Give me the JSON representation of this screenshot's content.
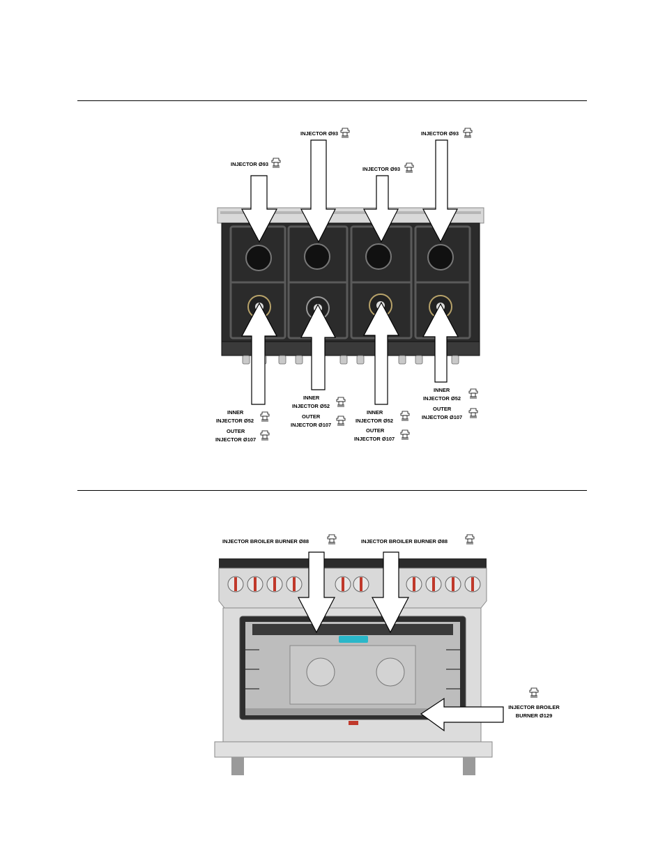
{
  "cooktop": {
    "rear_labels": [
      {
        "text": "INJECTOR Ø93"
      },
      {
        "text": "INJECTOR Ø93"
      },
      {
        "text": "INJECTOR Ø93"
      },
      {
        "text": "INJECTOR Ø93"
      }
    ],
    "front_labels": [
      {
        "inner": "INNER",
        "inner_inj": "INJECTOR Ø52",
        "outer": "OUTER",
        "outer_inj": "INJECTOR Ø107"
      },
      {
        "inner": "INNER",
        "inner_inj": "INJECTOR Ø52",
        "outer": "OUTER",
        "outer_inj": "INJECTOR Ø107"
      },
      {
        "inner": "INNER",
        "inner_inj": "INJECTOR Ø52",
        "outer": "OUTER",
        "outer_inj": "INJECTOR Ø107"
      },
      {
        "inner": "INNER",
        "inner_inj": "INJECTOR Ø52",
        "outer": "OUTER",
        "outer_inj": "INJECTOR Ø107"
      }
    ]
  },
  "oven": {
    "broiler_left": "INJECTOR BROILER BURNER Ø88",
    "broiler_right": "INJECTOR BROILER BURNER Ø88",
    "bottom_line1": "INJECTOR BROILER",
    "bottom_line2": "BURNER Ø129"
  },
  "colors": {
    "cooktop_body": "#2b2b2b",
    "grate": "#1a1a1a",
    "steel": "#d9d9d9",
    "oven_interior": "#bdbdbd",
    "knob_accent": "#c0392b",
    "arrow_fill": "#ffffff"
  },
  "icons": [
    "injector-icon"
  ]
}
